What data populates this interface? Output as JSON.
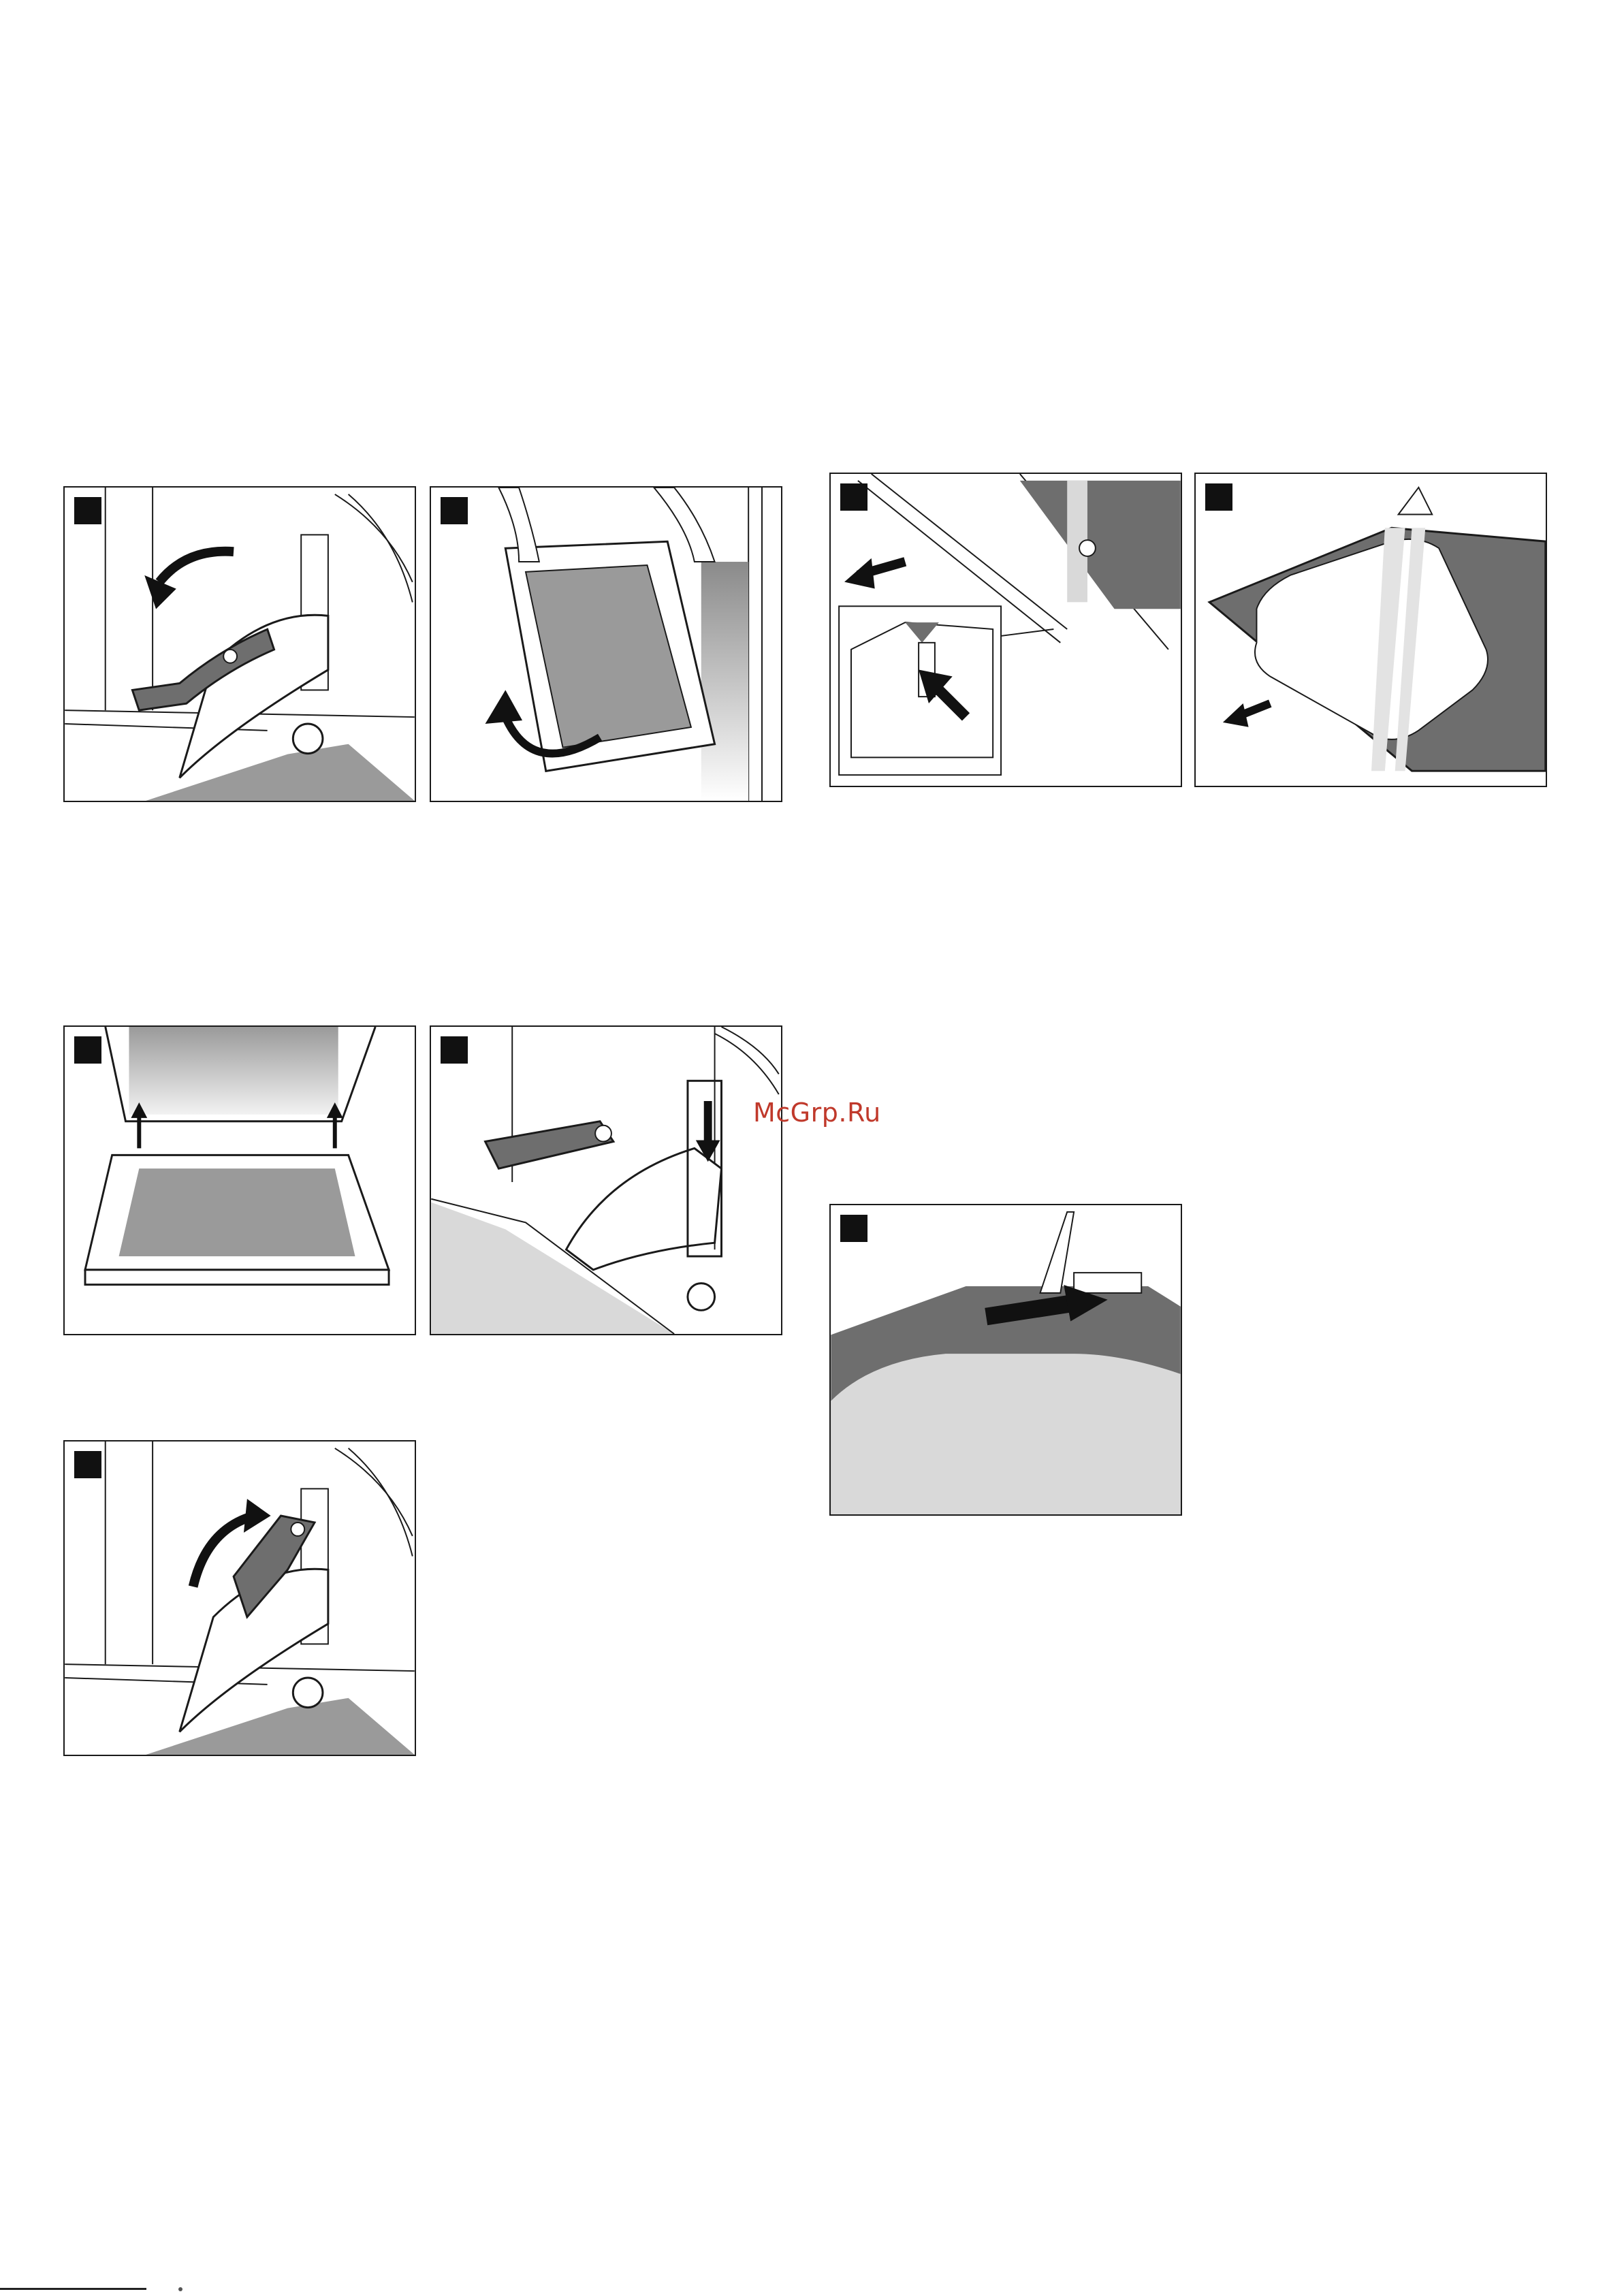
{
  "watermark": {
    "text": "McGrp.Ru",
    "color": "#c0392b"
  },
  "illustrations": [
    {
      "id": 1,
      "step": "unlock-hinge-lever",
      "icon": "hinge-lever-down-icon"
    },
    {
      "id": 2,
      "step": "lift-out-door",
      "icon": "door-removal-icon"
    },
    {
      "id": 3,
      "step": "push-clip-release-panel",
      "icon": "cover-clip-icon"
    },
    {
      "id": 4,
      "step": "remove-inner-glass",
      "icon": "inner-glass-icon"
    },
    {
      "id": 5,
      "step": "insert-glass-hooks",
      "icon": "glass-hooks-icon"
    },
    {
      "id": 6,
      "step": "seat-hinge-in-slot",
      "icon": "hinge-slot-icon"
    },
    {
      "id": 7,
      "step": "slide-panel-cover",
      "icon": "panel-slide-icon"
    },
    {
      "id": 8,
      "step": "lock-hinge-lever",
      "icon": "hinge-lever-up-icon"
    }
  ],
  "colors": {
    "panel_gray": "#9a9a9a",
    "dark_gray": "#6e6e6e",
    "light_gray": "#d9d9d9",
    "line": "#1a1a1a"
  }
}
